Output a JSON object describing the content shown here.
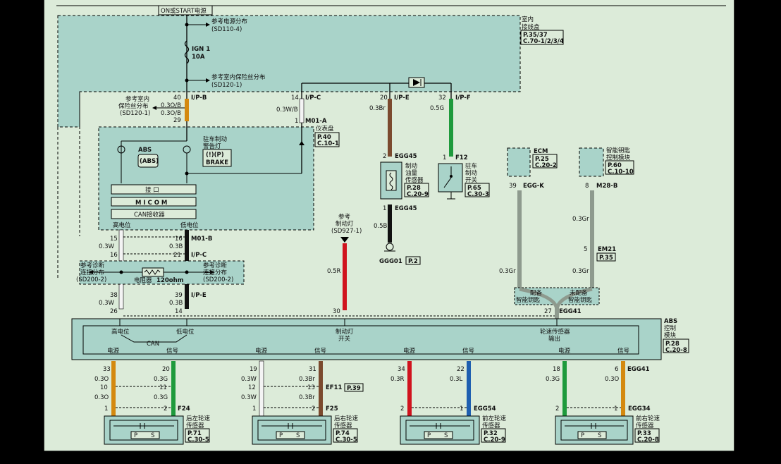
{
  "colors": {
    "background": "#dcebd9",
    "shaded_box": "#a9d3c9",
    "frame": "#000000",
    "wire_orange": "#d4890f",
    "wire_green": "#1e9a3c",
    "wire_brown": "#7b4a2e",
    "wire_black": "#111111",
    "wire_red": "#d0131e",
    "wire_white": "#f4f4f4",
    "wire_gray": "#8e9a8e",
    "wire_blue": "#1e5fb0"
  },
  "top": {
    "on_start": "ON或START电源",
    "ref_power": "参考电源分布",
    "ref_power_code": "(SD110-4)",
    "fuse_name": "IGN 1",
    "fuse_rating": "10A",
    "ref_fuse": "参考室内保险丝分布",
    "ref_fuse_code": "(SD120-1)",
    "junction_box": [
      "室内",
      "接线盒"
    ],
    "junction_ref": [
      "P.35/37",
      "C.70-1/2/3/4"
    ]
  },
  "ipb": {
    "pin_a": "40",
    "pin_b": "29",
    "conn": "I/P-B",
    "wire1": "0.3O/B",
    "wire2": "0.3O/B",
    "ref": [
      "参考室内",
      "保险丝分布",
      "(SD120-1)"
    ]
  },
  "ipc": {
    "pin": "14",
    "conn": "I/P-C",
    "wire": "0.3W/B",
    "pin2": "1",
    "conn2": "M01-A"
  },
  "ipe": {
    "pin": "20",
    "conn": "I/P-E",
    "wire": "0.3Br"
  },
  "ipf": {
    "pin": "32",
    "conn": "I/P-F",
    "wire": "0.5G"
  },
  "cluster": {
    "title": "仪表盘",
    "ref": [
      "P.40",
      "C.10-1"
    ],
    "abs": "ABS",
    "abs_icon": "(ABS)",
    "brake_warn": [
      "驻车制动",
      "警告灯"
    ],
    "brake_icon": "(!)(P)",
    "brake": "BRAKE",
    "interface": "接 口",
    "micom": "M I C O M",
    "can_rx": "CAN接收器",
    "high": "高电位",
    "low": "低电位"
  },
  "egg45": {
    "pin_top": "2",
    "conn": "EGG45",
    "sensor": [
      "制动",
      "油量",
      "传感器"
    ],
    "ref": [
      "P.28",
      "C.20-9"
    ],
    "pin_bot": "1",
    "conn2": "EGG45",
    "wire": "0.5B",
    "ground": "GGG01",
    "ground_ref": "P.2"
  },
  "f12": {
    "pin": "1",
    "conn": "F12",
    "name": [
      "驻车",
      "制动",
      "开关"
    ],
    "ref": [
      "P.65",
      "C.30-3"
    ]
  },
  "brake_light": {
    "ref": [
      "参考",
      "制动灯",
      "(SD927-1)"
    ],
    "wire": "0.5R"
  },
  "ecm": {
    "name": "ECM",
    "ref": [
      "P.25",
      "C.20-2"
    ],
    "pin": "39",
    "conn": "EGG-K"
  },
  "smartkey": {
    "name": [
      "智能钥匙",
      "控制模块"
    ],
    "ref": [
      "P.60",
      "C.10-10"
    ],
    "pin": "8",
    "conn": "M28-B",
    "wire1": "0.3Gr",
    "pin2": "5",
    "conn2": "EM21",
    "ref2": "P.35"
  },
  "ecm_wire": "0.3Gr",
  "smartkey_wire": "0.3Gr",
  "with_key": [
    "配备",
    "智能钥匙"
  ],
  "without_key": [
    "未配备",
    "智能钥匙"
  ],
  "m01b": {
    "pin1": "15",
    "pin2": "16",
    "pin3": "16",
    "pin4": "21",
    "conn": "M01-B",
    "wire1": "0.3W",
    "wire2": "0.3B",
    "conn2": "I/P-C"
  },
  "diag": {
    "ref_left": [
      "参考诊断",
      "连接分布",
      "(SD200-2)"
    ],
    "ref_right": [
      "参考诊断",
      "连接分布",
      "(SD200-2)"
    ],
    "resistor": "电阻器",
    "resistor_val": "120ohm"
  },
  "lower_conn": {
    "p38": "38",
    "p26": "26",
    "p39": "39",
    "p14": "14",
    "p30": "30",
    "p27": "27",
    "wire_w": "0.3W",
    "wire_b": "0.3B",
    "conn_e": "I/P-E",
    "conn_egg41": "EGG41"
  },
  "abs_module": {
    "name": [
      "ABS",
      "控制",
      "模块"
    ],
    "ref": [
      "P.28",
      "C.20-8"
    ],
    "high": "高电位",
    "low": "低电位",
    "can": "CAN",
    "brake_sw": [
      "制动灯",
      "开关"
    ],
    "wheel_out": [
      "轮速传感器",
      "输出"
    ],
    "power": "电源",
    "signal": "信号"
  },
  "bottom": {
    "fl": {
      "pa": "33",
      "pb": "20",
      "wa": "0.3O",
      "wb": "0.3G",
      "ma": "10",
      "mb": "11",
      "wc": "0.3O",
      "wd": "0.3G",
      "p1": "1",
      "p2": "2",
      "conn": "F24",
      "name": [
        "后左轮速",
        "传感器"
      ],
      "ref": [
        "P.71",
        "C.30-5"
      ]
    },
    "fr": {
      "pa": "19",
      "pb": "31",
      "wa": "0.3W",
      "wb": "0.3Br",
      "ma": "12",
      "mb": "13",
      "mconn": "EF11",
      "mref": "P.39",
      "wc": "0.3W",
      "wd": "0.3Br",
      "p1": "1",
      "p2": "2",
      "conn": "F25",
      "name": [
        "后右轮速",
        "传感器"
      ],
      "ref": [
        "P.74",
        "C.30-5"
      ]
    },
    "rl": {
      "pa": "34",
      "pb": "22",
      "wa": "0.3R",
      "wb": "0.3L",
      "p1": "2",
      "p2": "1",
      "conn": "EGG54",
      "name": [
        "前左轮速",
        "传感器"
      ],
      "ref": [
        "P.32",
        "C.20-9"
      ]
    },
    "rr": {
      "pa": "18",
      "pb": "6",
      "wa": "0.3G",
      "wb": "0.3O",
      "p1": "2",
      "p2": "1",
      "conn": "EGG41",
      "conn_top": "EGG41",
      "conn2": "EGG34",
      "name": [
        "前右轮速",
        "传感器"
      ],
      "ref": [
        "P.33",
        "C.20-8"
      ]
    }
  },
  "sensor_letters": {
    "p": "P",
    "s": "S"
  }
}
